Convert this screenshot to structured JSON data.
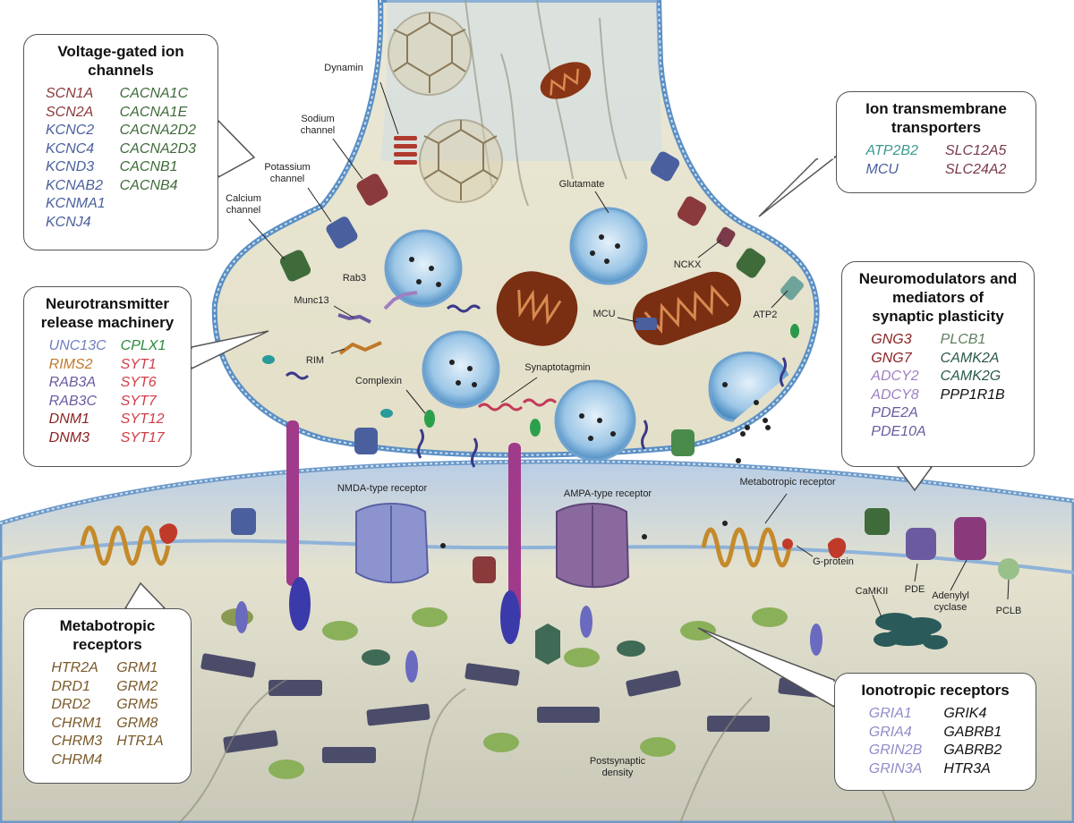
{
  "colors": {
    "sodium": "#8a3a3a",
    "potassium": "#4a5f9e",
    "calcium": "#3f6b3a",
    "vesicle": "#6fa7d0",
    "membrane_fill": "#dbe6f2",
    "presynaptic_fill": "#e9e5d4",
    "postsynaptic_fill": "#d8d6c6",
    "mitochondria": "#8a3516",
    "gene_teal": "#3a9a8e",
    "gene_blue": "#4a5f9e",
    "gene_maroon": "#7a3a4a",
    "gene_red": "#8a2222",
    "gene_orange": "#c07a2a",
    "gene_purple": "#6b5aa0",
    "gene_lightpurple": "#9f7fc2",
    "gene_green": "#2a8a3a",
    "gene_pinkred": "#d23c46",
    "gene_darkgreen": "#2a5a4a",
    "gene_brown": "#7a5a2a",
    "gene_black": "#111111",
    "gene_lavender": "#8f8cc9"
  },
  "structure_labels": {
    "dynamin": "Dynamin",
    "sodium_channel": "Sodium\nchannel",
    "potassium_channel": "Potassium\nchannel",
    "calcium_channel": "Calcium\nchannel",
    "glutamate": "Glutamate",
    "nckx": "NCKX",
    "atp2": "ATP2",
    "munc13": "Munc13",
    "rab3": "Rab3",
    "rim": "RIM",
    "mcu": "MCU",
    "complexin": "Complexin",
    "synaptotagmin": "Synaptotagmin",
    "nmda_receptor": "NMDA-type receptor",
    "ampa_receptor": "AMPA-type receptor",
    "metabotropic_receptor": "Metabotropic receptor",
    "g_protein": "G-protein",
    "camkii": "CaMKII",
    "pde": "PDE",
    "adenylyl_cyclase": "Adenylyl\ncyclase",
    "pclb": "PCLB",
    "postsynaptic_density": "Postsynaptic\ndensity"
  },
  "boxes": {
    "voltage_gated": {
      "title": "Voltage-gated ion\nchannels",
      "col1": [
        {
          "text": "SCN1A",
          "color": "#8a3a3a"
        },
        {
          "text": "SCN2A",
          "color": "#8a3a3a"
        },
        {
          "text": "KCNC2",
          "color": "#4a5f9e"
        },
        {
          "text": "KCNC4",
          "color": "#4a5f9e"
        },
        {
          "text": "KCND3",
          "color": "#4a5f9e"
        },
        {
          "text": "KCNAB2",
          "color": "#4a5f9e"
        },
        {
          "text": "KCNMA1",
          "color": "#4a5f9e"
        },
        {
          "text": "KCNJ4",
          "color": "#4a5f9e"
        }
      ],
      "col2": [
        {
          "text": "CACNA1C",
          "color": "#3f6b3a"
        },
        {
          "text": "CACNA1E",
          "color": "#3f6b3a"
        },
        {
          "text": "CACNA2D2",
          "color": "#3f6b3a"
        },
        {
          "text": "CACNA2D3",
          "color": "#3f6b3a"
        },
        {
          "text": "CACNB1",
          "color": "#3f6b3a"
        },
        {
          "text": "CACNB4",
          "color": "#3f6b3a"
        }
      ]
    },
    "ion_transporters": {
      "title": "Ion transmembrane\ntransporters",
      "col1": [
        {
          "text": "ATP2B2",
          "color": "#3a9a8e"
        },
        {
          "text": "MCU",
          "color": "#4a5f9e"
        }
      ],
      "col2": [
        {
          "text": "SLC12A5",
          "color": "#7a3a4a"
        },
        {
          "text": "SLC24A2",
          "color": "#7a3a4a"
        }
      ]
    },
    "release_machinery": {
      "title": "Neurotransmitter\nrelease machinery",
      "col1": [
        {
          "text": "UNC13C",
          "color": "#6f7fc0"
        },
        {
          "text": "RIMS2",
          "color": "#c07a2a"
        },
        {
          "text": "RAB3A",
          "color": "#6b5aa0"
        },
        {
          "text": "RAB3C",
          "color": "#6b5aa0"
        },
        {
          "text": "DNM1",
          "color": "#8a2222"
        },
        {
          "text": "DNM3",
          "color": "#8a2222"
        }
      ],
      "col2": [
        {
          "text": "CPLX1",
          "color": "#2a8a3a"
        },
        {
          "text": "SYT1",
          "color": "#d23c46"
        },
        {
          "text": "SYT6",
          "color": "#d23c46"
        },
        {
          "text": "SYT7",
          "color": "#d23c46"
        },
        {
          "text": "SYT12",
          "color": "#d23c46"
        },
        {
          "text": "SYT17",
          "color": "#d23c46"
        }
      ]
    },
    "neuromodulators": {
      "title": "Neuromodulators and\nmediators of\nsynaptic plasticity",
      "col1": [
        {
          "text": "GNG3",
          "color": "#8a2222"
        },
        {
          "text": "GNG7",
          "color": "#8a2222"
        },
        {
          "text": "ADCY2",
          "color": "#9f7fc2"
        },
        {
          "text": "ADCY8",
          "color": "#9f7fc2"
        },
        {
          "text": "PDE2A",
          "color": "#6b5aa0"
        },
        {
          "text": "PDE10A",
          "color": "#6b5aa0"
        }
      ],
      "col2": [
        {
          "text": "PLCB1",
          "color": "#5f7f5f"
        },
        {
          "text": "CAMK2A",
          "color": "#2a5a4a"
        },
        {
          "text": "CAMK2G",
          "color": "#2a5a4a"
        },
        {
          "text": "PPP1R1B",
          "color": "#111111"
        }
      ]
    },
    "metabotropic": {
      "title": "Metabotropic\nreceptors",
      "col1": [
        {
          "text": "HTR2A",
          "color": "#7a5a2a"
        },
        {
          "text": "DRD1",
          "color": "#7a5a2a"
        },
        {
          "text": "DRD2",
          "color": "#7a5a2a"
        },
        {
          "text": "CHRM1",
          "color": "#7a5a2a"
        },
        {
          "text": "CHRM3",
          "color": "#7a5a2a"
        },
        {
          "text": "CHRM4",
          "color": "#7a5a2a"
        }
      ],
      "col2": [
        {
          "text": "GRM1",
          "color": "#7a5a2a"
        },
        {
          "text": "GRM2",
          "color": "#7a5a2a"
        },
        {
          "text": "GRM5",
          "color": "#7a5a2a"
        },
        {
          "text": "GRM8",
          "color": "#7a5a2a"
        },
        {
          "text": "HTR1A",
          "color": "#7a5a2a"
        }
      ]
    },
    "ionotropic": {
      "title": "Ionotropic receptors",
      "col1": [
        {
          "text": "GRIA1",
          "color": "#8f8cc9"
        },
        {
          "text": "GRIA4",
          "color": "#8f8cc9"
        },
        {
          "text": "GRIN2B",
          "color": "#8f8cc9"
        },
        {
          "text": "GRIN3A",
          "color": "#8f8cc9"
        }
      ],
      "col2": [
        {
          "text": "GRIK4",
          "color": "#111111"
        },
        {
          "text": "GABRB1",
          "color": "#111111"
        },
        {
          "text": "GABRB2",
          "color": "#111111"
        },
        {
          "text": "HTR3A",
          "color": "#111111"
        }
      ]
    }
  }
}
